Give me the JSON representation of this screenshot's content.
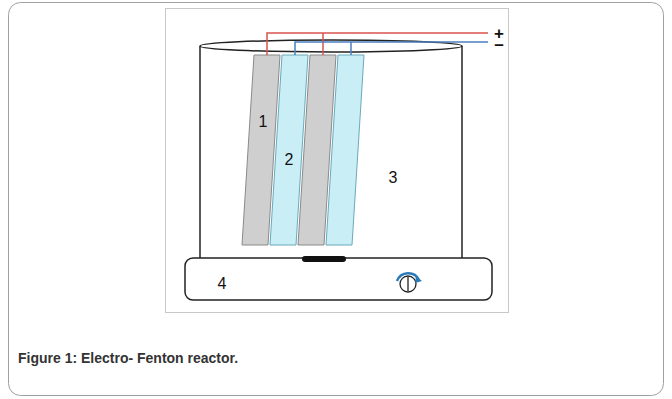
{
  "diagram": {
    "caption": "Figure 1: Electro- Fenton reactor.",
    "labels": [
      "+",
      "–",
      "1",
      "2",
      "3",
      "4"
    ]
  }
}
